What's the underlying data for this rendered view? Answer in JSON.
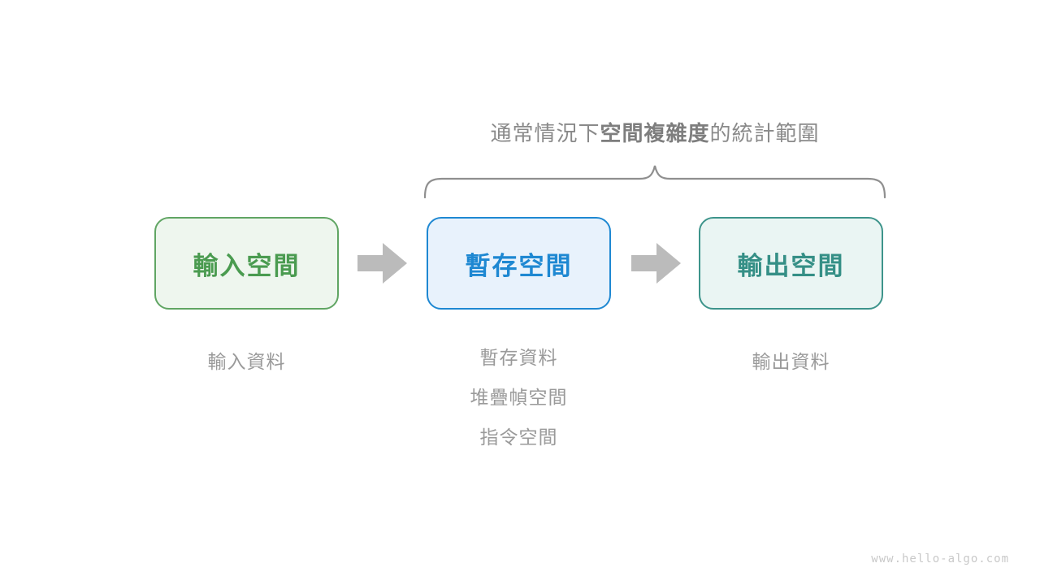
{
  "title": {
    "prefix": "通常情況下",
    "emphasis": "空間複雜度",
    "suffix": "的統計範圍"
  },
  "boxes": {
    "input": {
      "label": "輸入空間",
      "border": "#60A563",
      "background": "#EEF6EE",
      "text_color": "#4A9B50"
    },
    "buffer": {
      "label": "暫存空間",
      "border": "#1E88D2",
      "background": "#E8F2FC",
      "text_color": "#1E88D2"
    },
    "output": {
      "label": "輸出空間",
      "border": "#3D948B",
      "background": "#EAF5F3",
      "text_color": "#358F86"
    }
  },
  "sublabels": {
    "input": "輸入資料",
    "buffer": [
      "暫存資料",
      "堆疊幀空間",
      "指令空間"
    ],
    "output": "輸出資料"
  },
  "watermark": "www.hello-algo.com",
  "colors": {
    "arrow": "#BBBBBB",
    "brace": "#8F8F8F",
    "label_gray": "#9A9A9A",
    "title_gray": "#8A8A8A"
  }
}
